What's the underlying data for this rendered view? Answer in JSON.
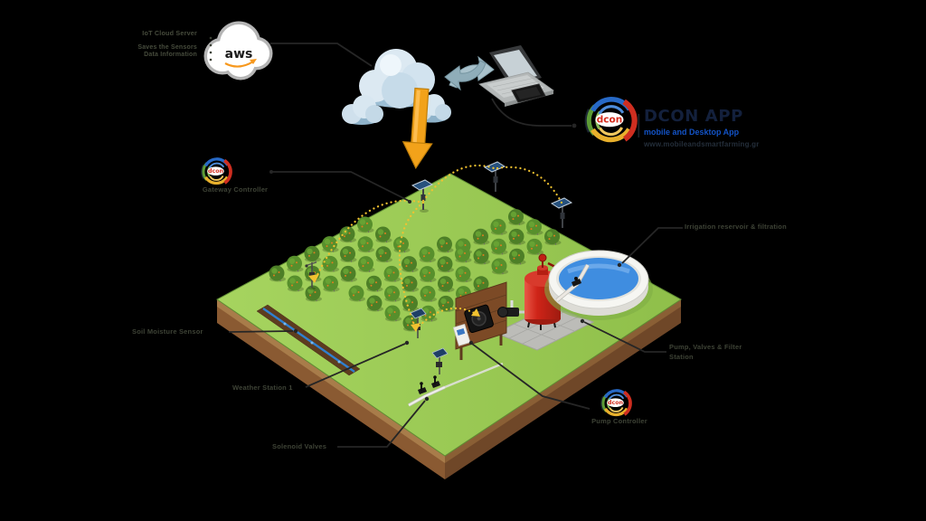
{
  "aws": {
    "logo_text": "aws",
    "note_line1": "IoT Cloud Server",
    "note_line2": "Saves the Sensors",
    "note_line3": "Data Information"
  },
  "dcon_app": {
    "logo_text": "dcon",
    "title": "DCON APP",
    "subtitle": "mobile and Desktop App",
    "url": "www.mobileandsmartfarming.gr"
  },
  "field_labels": {
    "gateway_controller": "Gateway Controller",
    "soil_moisture_sensor": "Soil Moisture Sensor",
    "weather_station": "Weather Station 1",
    "solenoid_valves": "Solenoid Valves",
    "reservoir": "Irrigation reservoir & filtration",
    "pump_station_line1": "Pump, Valves & Filter",
    "pump_station_line2": "Station",
    "pump_controller": "Pump Controller"
  },
  "colors": {
    "background": "#000000",
    "mesh_yellow": "#f2c230",
    "arrow_orange": "#f2a21a",
    "grass_green": "#9bca55",
    "soil_brown": "#8a5a32",
    "water_blue": "#3f8de0",
    "tank_red": "#cf2418",
    "logo_blue": "#2769c6",
    "logo_green": "#5d9c36",
    "logo_yellow": "#e8b02c",
    "logo_red": "#cf2e20",
    "subtitle_blue": "#1353c6"
  }
}
